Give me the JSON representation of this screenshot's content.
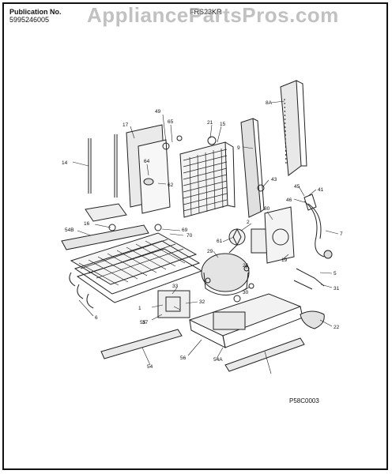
{
  "header": {
    "publication_label": "Publication No.",
    "publication_number": "5995246005",
    "model": "FRS23KR"
  },
  "watermark": "AppliancePartsPros.com",
  "diagram_code": "P58C0003",
  "callouts": [
    "8A",
    "49",
    "65",
    "21",
    "15",
    "17",
    "9",
    "14",
    "64",
    "62",
    "43",
    "45",
    "41",
    "46",
    "16",
    "54B",
    "69",
    "70",
    "2",
    "80",
    "7",
    "61",
    "29",
    "19",
    "5",
    "26",
    "30",
    "33",
    "55",
    "1",
    "6",
    "31",
    "32",
    "37",
    "22",
    "56",
    "54A",
    "54"
  ]
}
